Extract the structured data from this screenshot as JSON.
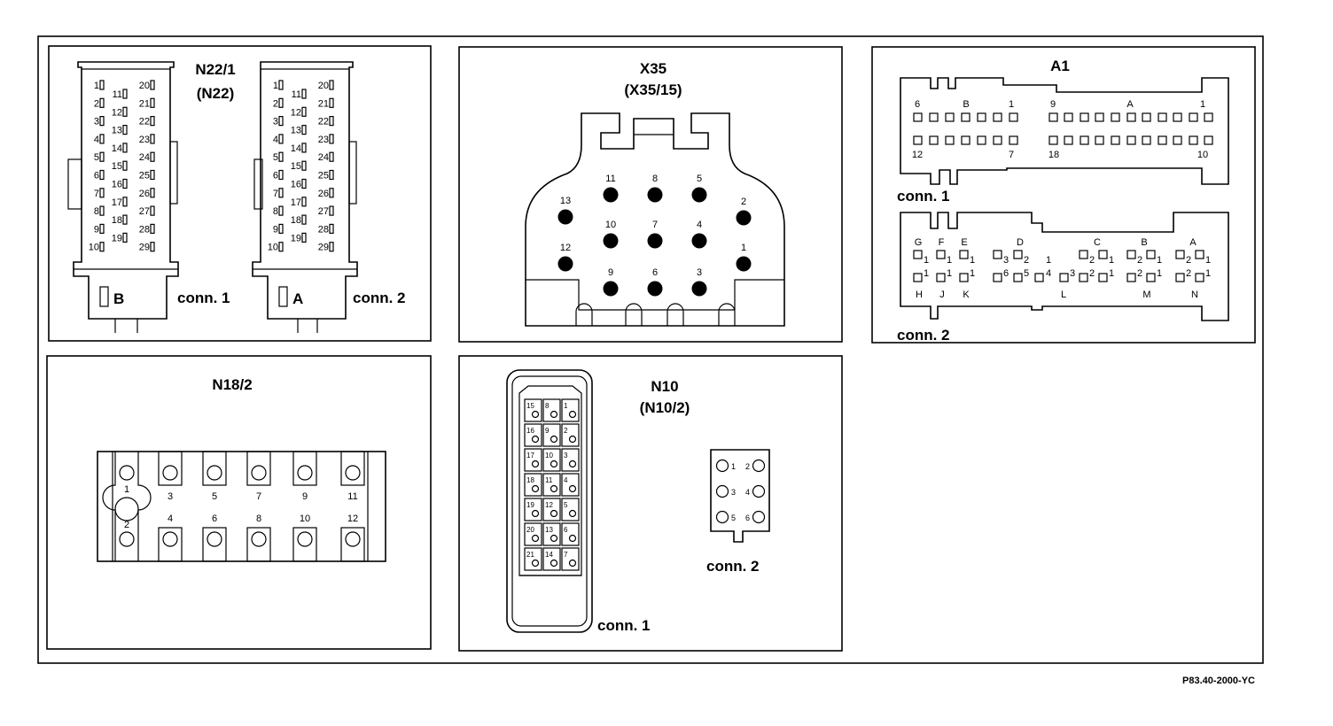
{
  "figure_code": "P83.40-2000-YC",
  "panels": {
    "n22": {
      "title": "N22/1",
      "subtitle": "(N22)",
      "conn1": {
        "label": "conn. 1",
        "key": "B"
      },
      "conn2": {
        "label": "conn. 2",
        "key": "A"
      },
      "pins_left": [
        "1",
        "2",
        "3",
        "4",
        "5",
        "6",
        "7",
        "8",
        "9",
        "10"
      ],
      "pins_mid": [
        "11",
        "12",
        "13",
        "14",
        "15",
        "16",
        "17",
        "18",
        "19"
      ],
      "pins_right": [
        "20",
        "21",
        "22",
        "23",
        "24",
        "25",
        "26",
        "27",
        "28",
        "29"
      ]
    },
    "x35": {
      "title": "X35",
      "subtitle": "(X35/15)",
      "pins": [
        "1",
        "2",
        "3",
        "4",
        "5",
        "6",
        "7",
        "8",
        "9",
        "10",
        "11",
        "12",
        "13"
      ]
    },
    "a1": {
      "title": "A1",
      "conn1": {
        "label": "conn. 1",
        "top_labels": [
          "6",
          "B",
          "1",
          "9",
          "A",
          "1"
        ],
        "bottom_labels": [
          "12",
          "7",
          "18",
          "10"
        ]
      },
      "conn2": {
        "label": "conn. 2",
        "top_letters": [
          "G",
          "F",
          "E",
          "D",
          "C",
          "B",
          "A"
        ],
        "bottom_letters": [
          "H",
          "J",
          "K",
          "L",
          "M",
          "N"
        ],
        "pin_nums": [
          "1",
          "2",
          "3",
          "4",
          "5",
          "6"
        ]
      }
    },
    "n18": {
      "title": "N18/2",
      "pins": [
        "1",
        "2",
        "3",
        "4",
        "5",
        "6",
        "7",
        "8",
        "9",
        "10",
        "11",
        "12"
      ]
    },
    "n10": {
      "title": "N10",
      "subtitle": "(N10/2)",
      "conn1": {
        "label": "conn. 1",
        "rows": [
          [
            "15",
            "8",
            "1"
          ],
          [
            "16",
            "9",
            "2"
          ],
          [
            "17",
            "10",
            "3"
          ],
          [
            "18",
            "11",
            "4"
          ],
          [
            "19",
            "12",
            "5"
          ],
          [
            "20",
            "13",
            "6"
          ],
          [
            "21",
            "14",
            "7"
          ]
        ]
      },
      "conn2": {
        "label": "conn. 2",
        "rows": [
          [
            "1",
            "2"
          ],
          [
            "3",
            "4"
          ],
          [
            "5",
            "6"
          ]
        ]
      }
    }
  }
}
